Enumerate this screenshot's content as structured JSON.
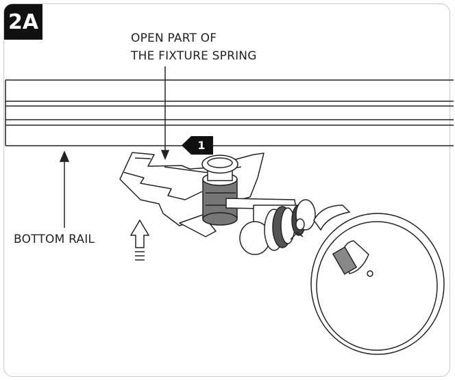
{
  "step": {
    "label": "2A"
  },
  "labels": {
    "spring_line1": "OPEN PART OF",
    "spring_line2": "THE FIXTURE SPRING",
    "bottom_rail": "BOTTOM RAIL"
  },
  "callout": {
    "number": "1"
  }
}
